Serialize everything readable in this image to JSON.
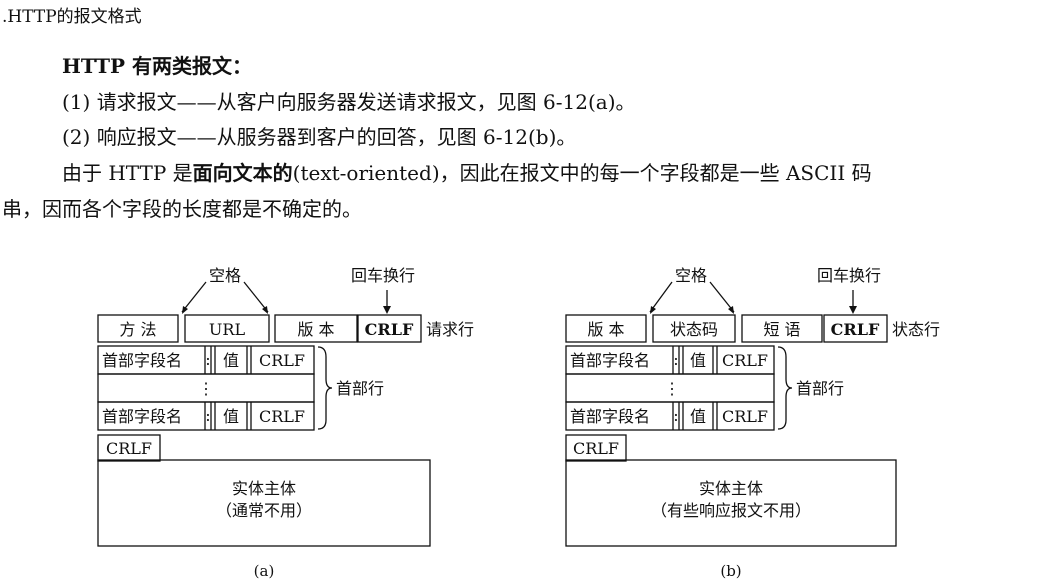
{
  "heading": ".HTTP的报文格式",
  "intro": {
    "line1": "HTTP 有两类报文：",
    "item1": "(1) 请求报文——从客户向服务器发送请求报文，见图 6-12(a)。",
    "item2": "(2) 响应报文——从服务器到客户的回答，见图 6-12(b)。",
    "line4_a": "由于 HTTP 是",
    "line4_bold": "面向文本的",
    "line4_b": "(text-oriented)，因此在报文中的每一个字段都是一些 ASCII 码",
    "line5": "串，因而各个字段的长度都是不确定的。"
  },
  "figures": {
    "a": {
      "space_label": "空格",
      "crlf_label": "回车换行",
      "first_line": [
        "方 法",
        "URL",
        "版 本",
        "CRLF"
      ],
      "first_line_name": "请求行",
      "header_name": "首部字段名",
      "header_colon": ":",
      "header_value": "值",
      "header_crlf": "CRLF",
      "ellipsis": "⋮",
      "header_rows_label": "首部行",
      "blank_crlf": "CRLF",
      "body_line1": "实体主体",
      "body_line2": "（通常不用）",
      "caption": "(a)"
    },
    "b": {
      "space_label": "空格",
      "crlf_label": "回车换行",
      "first_line": [
        "版 本",
        "状态码",
        "短 语",
        "CRLF"
      ],
      "first_line_name": "状态行",
      "header_name": "首部字段名",
      "header_colon": ":",
      "header_value": "值",
      "header_crlf": "CRLF",
      "ellipsis": "⋮",
      "header_rows_label": "首部行",
      "blank_crlf": "CRLF",
      "body_line1": "实体主体",
      "body_line2": "（有些响应报文不用）",
      "caption": "(b)"
    }
  }
}
